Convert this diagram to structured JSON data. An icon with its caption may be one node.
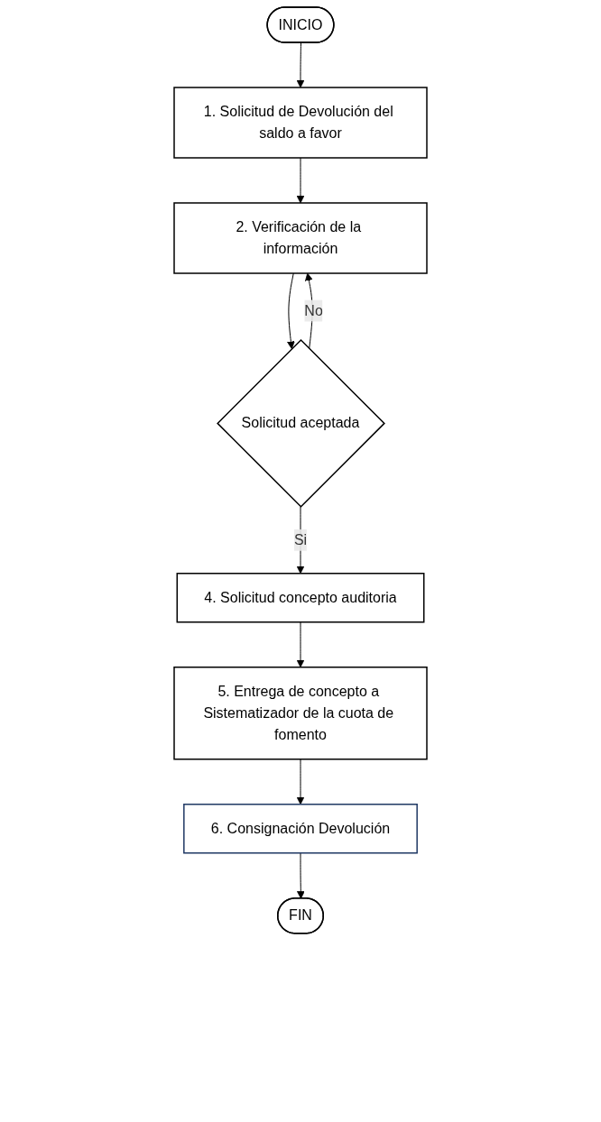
{
  "diagram": {
    "nodes": [
      {
        "text": [
          "INICIO"
        ]
      },
      {
        "text": [
          "1. Solicitud de Devolución del saldo a favor"
        ]
      },
      {
        "text": [
          "2. Verificación de la información"
        ]
      },
      {
        "text": [
          "Solicitud aceptada"
        ]
      },
      {
        "text": [
          "4. Solicitud concepto auditoria"
        ]
      },
      {
        "text": [
          "5. Entrega de concepto a Sistematizador de la cuota de fomento"
        ]
      },
      {
        "text": [
          "6. Consignación Devolución"
        ]
      },
      {
        "text": [
          "FIN"
        ]
      }
    ],
    "edges": [
      {
        "from": 0,
        "to": 1,
        "arrow": "to"
      },
      {
        "from": 1,
        "to": 2,
        "arrow": "to"
      },
      {
        "from": 2,
        "to": 3,
        "arrow": "to"
      },
      {
        "from": 3,
        "to": 2,
        "arrow": "to",
        "label": "No"
      },
      {
        "from": 3,
        "to": 4,
        "arrow": "to",
        "label": "Si"
      },
      {
        "from": 4,
        "to": 5,
        "arrow": "to"
      },
      {
        "from": 5,
        "to": 6,
        "arrow": "to"
      },
      {
        "from": 6,
        "to": 7,
        "arrow": "to"
      }
    ]
  }
}
